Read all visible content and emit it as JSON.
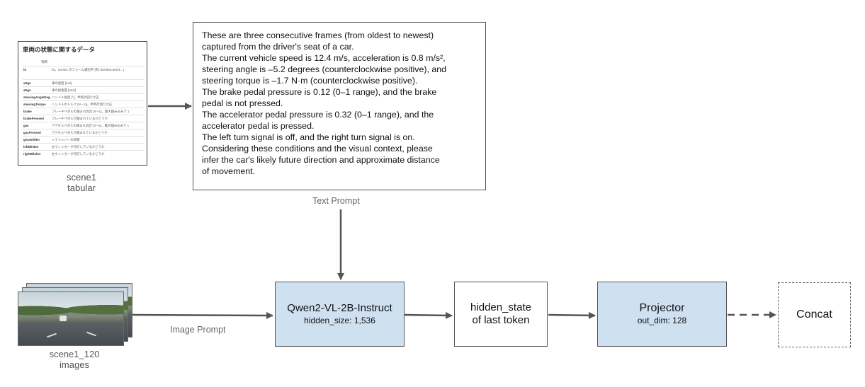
{
  "tabular": {
    "title": "車両の状態に関するデータ",
    "header": "項目",
    "rows": [
      {
        "key": "id",
        "desc": "ID。scene1 のフレーム識別子 (例: 8a7d84c3e1f4…)"
      },
      {
        "key": "vEgo",
        "desc": "車の速度 [m/s]"
      },
      {
        "key": "aEgo",
        "desc": "車の加速度 [m/s²]"
      },
      {
        "key": "steeringAngleDeg",
        "desc": "ハンドル角度 [°]。半時計回りが正"
      },
      {
        "key": "steeringTorque",
        "desc": "ハンドルのトルク [N・m]。半時計回りが正"
      },
      {
        "key": "brake",
        "desc": "ブレーキペダルの踏まれ具合 (0〜1)。最大踏み込みで 1"
      },
      {
        "key": "brakePressed",
        "desc": "ブレーキペダルが踏まれているかどうか"
      },
      {
        "key": "gas",
        "desc": "アクセルペダルの踏まれ具合 (0〜1)。最大踏み込みで 1"
      },
      {
        "key": "gasPressed",
        "desc": "アクセルペダルが踏まれているかどうか"
      },
      {
        "key": "gearShifter",
        "desc": "シフトレバーの状態"
      },
      {
        "key": "leftBlinker",
        "desc": "左ウィンカーが点灯しているかどうか"
      },
      {
        "key": "rightBlinker",
        "desc": "右ウィンカーが点灯しているかどうか"
      }
    ],
    "caption_line1": "scene1",
    "caption_line2": "tabular"
  },
  "prompt": {
    "lines": [
      "These are three consecutive frames (from oldest to newest)",
      "captured from the driver's seat of a car.",
      "The current vehicle speed is 12.4 m/s, acceleration is 0.8 m/s²,",
      "steering angle is –5.2 degrees (counterclockwise positive), and",
      "steering torque is –1.7 N·m (counterclockwise positive).",
      "The brake pedal pressure is 0.12 (0–1 range), and the brake",
      "pedal is not pressed.",
      "The accelerator pedal pressure is 0.32 (0–1 range), and the",
      "accelerator pedal is pressed.",
      "The left turn signal is off, and the right turn signal is on.",
      "Considering these conditions and the visual context, please",
      "infer the car's likely future direction and approximate distance",
      "of movement."
    ],
    "label": "Text Prompt"
  },
  "images": {
    "caption_line1": "scene1_120",
    "caption_line2": "images",
    "edge_label": "Image Prompt"
  },
  "nodes": {
    "vlm": {
      "title": "Qwen2-VL-2B-Instruct",
      "subtitle": "hidden_size: 1,536"
    },
    "hidden": {
      "line1": "hidden_state",
      "line2": "of last token"
    },
    "projector": {
      "title": "Projector",
      "subtitle": "out_dim: 128"
    },
    "concat": {
      "title": "Concat"
    }
  },
  "colors": {
    "model_fill": "#cfe0f1",
    "edge": "#555555"
  }
}
